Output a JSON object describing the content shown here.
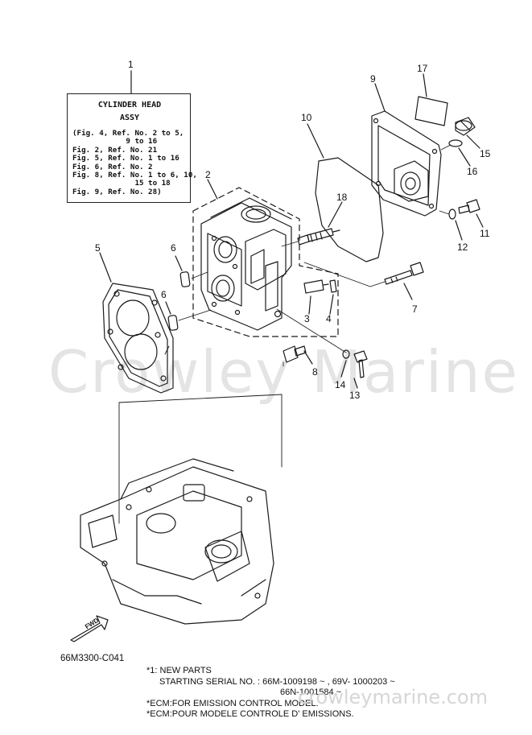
{
  "watermark": "Crowley Marine",
  "watermark_url": "crowleymarine.com",
  "assy_box": {
    "title": "CYLINDER HEAD",
    "subtitle": "ASSY",
    "refs": [
      "(Fig. 4, Ref. No. 2 to 5,",
      "            9 to 16",
      "Fig. 2, Ref. No. 21",
      "Fig. 5, Ref. No. 1 to 16",
      "Fig. 6, Ref. No. 2",
      "Fig. 8, Ref. No. 1 to 6, 10,",
      "              15 to 18",
      "Fig. 9, Ref. No. 28)"
    ]
  },
  "callouts": [
    "1",
    "2",
    "3",
    "4",
    "5",
    "6",
    "6",
    "7",
    "8",
    "9",
    "10",
    "11",
    "12",
    "13",
    "14",
    "15",
    "16",
    "17",
    "18"
  ],
  "fwd_label": "FWD",
  "diagram_code": "66M3300-C041",
  "notes": {
    "line1": "*1: NEW PARTS",
    "line2": "STARTING SERIAL NO. : 66M-1009198 ~ , 69V- 1000203 ~",
    "line3": "66N-1001584 ~",
    "line4": "*ECM:FOR EMISSION CONTROL MODEL.",
    "line5": "*ECM:POUR MODELE CONTROLE D' EMISSIONS."
  },
  "colors": {
    "line": "#1a1a1a",
    "watermark": "#e4e4e4",
    "background": "#ffffff"
  }
}
